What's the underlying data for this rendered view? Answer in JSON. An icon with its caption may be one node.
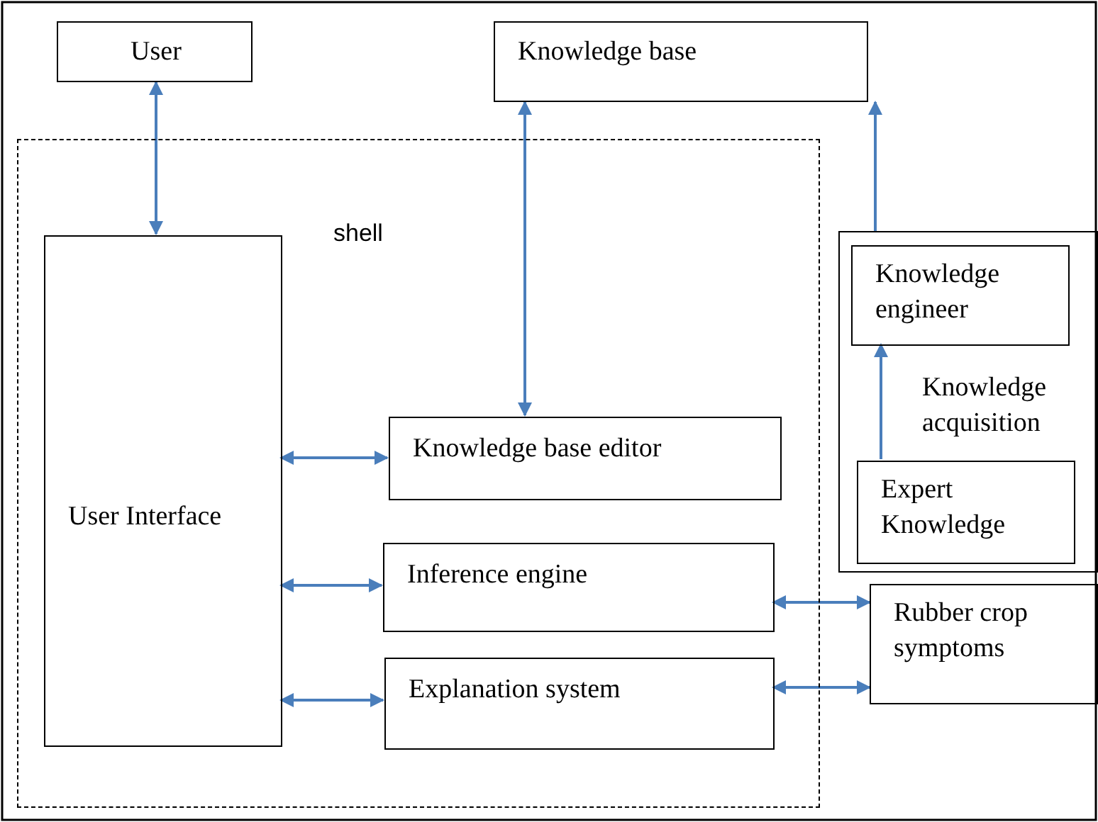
{
  "diagram": {
    "nodes": [
      {
        "text": [
          "User"
        ]
      },
      {
        "text": [
          "Knowledge base"
        ]
      },
      {
        "text": [
          "shell"
        ]
      },
      {
        "text": [
          "User Interface"
        ],
        "in": 2
      },
      {
        "text": [
          "Knowledge base editor"
        ],
        "in": 2
      },
      {
        "text": [
          "Inference engine"
        ],
        "in": 2
      },
      {
        "text": [
          "Explanation system"
        ],
        "in": 2
      },
      {
        "text": [
          "Knowledge acquisition"
        ]
      },
      {
        "text": [
          "Knowledge engineer"
        ],
        "in": 7
      },
      {
        "text": [
          "Expert Knowledge"
        ],
        "in": 7
      },
      {
        "text": [
          "Rubber crop symptoms"
        ]
      }
    ],
    "edges": [
      {
        "from": 0,
        "to": 3,
        "arrow": "both"
      },
      {
        "from": 1,
        "to": 4,
        "arrow": "both"
      },
      {
        "from": 7,
        "to": 1,
        "arrow": "to"
      },
      {
        "from": 9,
        "to": 8,
        "arrow": "to"
      },
      {
        "from": 3,
        "to": 4,
        "arrow": "both"
      },
      {
        "from": 3,
        "to": 5,
        "arrow": "both"
      },
      {
        "from": 3,
        "to": 6,
        "arrow": "both"
      },
      {
        "from": 5,
        "to": 10,
        "arrow": "both"
      },
      {
        "from": 6,
        "to": 10,
        "arrow": "both"
      }
    ]
  }
}
